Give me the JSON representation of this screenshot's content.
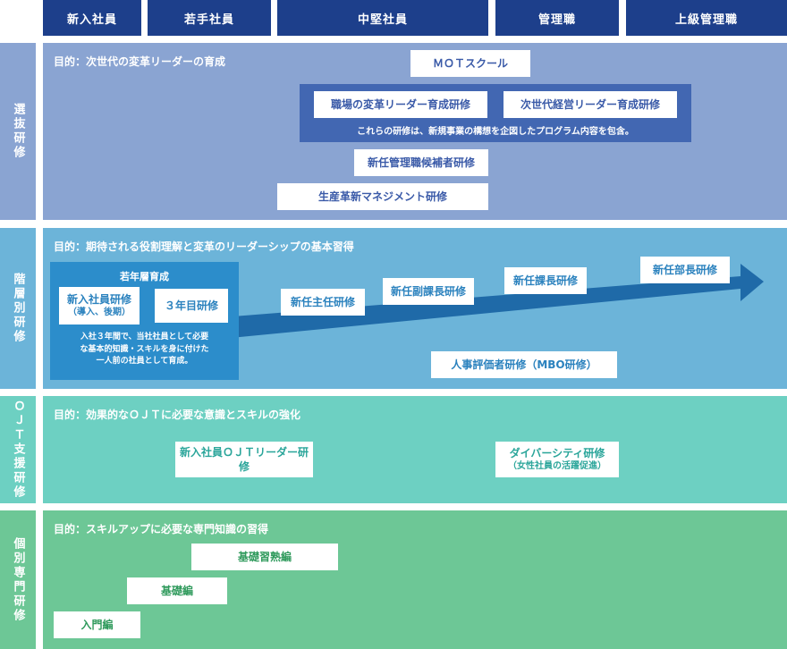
{
  "headers": [
    "新入社員",
    "若手社員",
    "中堅社員",
    "管理職",
    "上級管理職"
  ],
  "sections": [
    {
      "side_label": "選抜研修",
      "purpose": "目的：次世代の変革リーダーの育成",
      "bg": "#8aa4d2",
      "items": {
        "mot": "ＭＯＴスクール",
        "change_leader": "職場の変革リーダー育成研修",
        "next_gen": "次世代経営リーダー育成研修",
        "group_note": "これらの研修は、新規事業の構想を企図したプログラム内容を包含。",
        "new_mgr_candidate": "新任管理職候補者研修",
        "production_mgmt": "生産革新マネジメント研修"
      }
    },
    {
      "side_label": "階層別研修",
      "purpose": "目的：期待される役割理解と変革のリーダーシップの基本習得",
      "bg": "#6cb4d9",
      "items": {
        "young_title": "若年層育成",
        "new_emp": "新入社員研修",
        "new_emp_sub": "（導入、後期）",
        "third_year": "３年目研修",
        "young_note": "入社３年間で、当社社員として必要な基本的知識・スキルを身に付けた一人前の社員として育成。",
        "chief": "新任主任研修",
        "deputy": "新任副課長研修",
        "section_chief": "新任課長研修",
        "dept_head": "新任部長研修",
        "evaluator": "人事評価者研修（MBO研修）"
      }
    },
    {
      "side_label": "ＯＪＴ支援研修",
      "purpose": "目的：効果的なＯＪＴに必要な意識とスキルの強化",
      "bg": "#6dd0c2",
      "items": {
        "ojt_leader": "新入社員ＯＪＴリーダー研修",
        "diversity": "ダイバーシティ研修",
        "diversity_sub": "（女性社員の活躍促進）"
      }
    },
    {
      "side_label": "個別専門研修",
      "purpose": "目的：スキルアップに必要な専門知識の習得",
      "bg": "#6dc796",
      "items": {
        "mastery": "基礎習熟編",
        "basic": "基礎編",
        "intro": "入門編"
      }
    }
  ],
  "colors": {
    "header": "#1d3f8b",
    "selection_side": "#8aa4d2",
    "dark_group": "#4267b2",
    "young_group": "#2c8dcb",
    "arrow": "#1f6aa8"
  }
}
